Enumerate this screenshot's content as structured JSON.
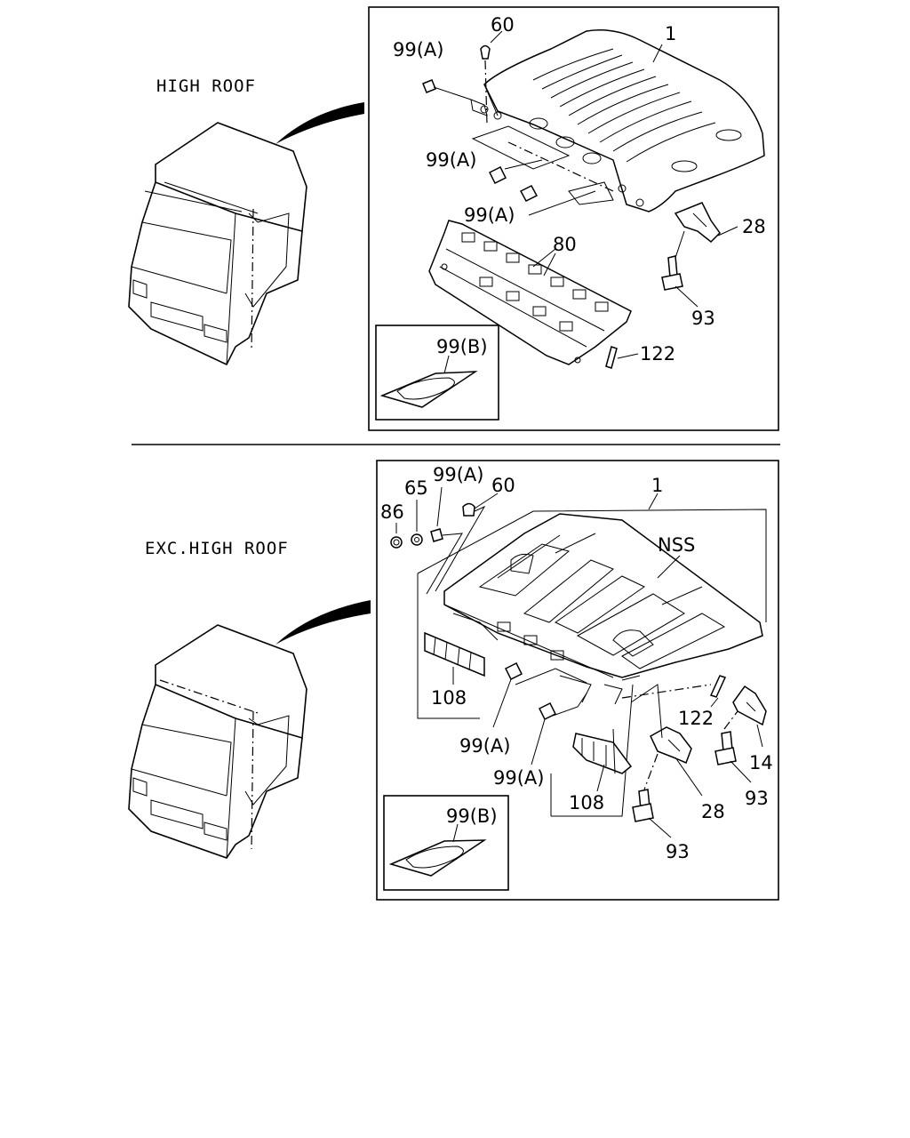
{
  "sections": {
    "high_roof": {
      "title": "HIGH ROOF",
      "labels": {
        "p60": "60",
        "p1": "1",
        "p99a_1": "99(A)",
        "p99a_2": "99(A)",
        "p99a_3": "99(A)",
        "p28": "28",
        "p80": "80",
        "p93": "93",
        "p122": "122",
        "p99b": "99(B)"
      }
    },
    "exc_high_roof": {
      "title": "EXC.HIGH ROOF",
      "labels": {
        "p86": "86",
        "p65": "65",
        "p99a_1": "99(A)",
        "p60": "60",
        "p1": "1",
        "pnss": "NSS",
        "p108_1": "108",
        "p99a_2": "99(A)",
        "p99a_3": "99(A)",
        "p122": "122",
        "p14": "14",
        "p93_1": "93",
        "p28": "28",
        "p108_2": "108",
        "p93_2": "93",
        "p99b": "99(B)"
      }
    }
  }
}
